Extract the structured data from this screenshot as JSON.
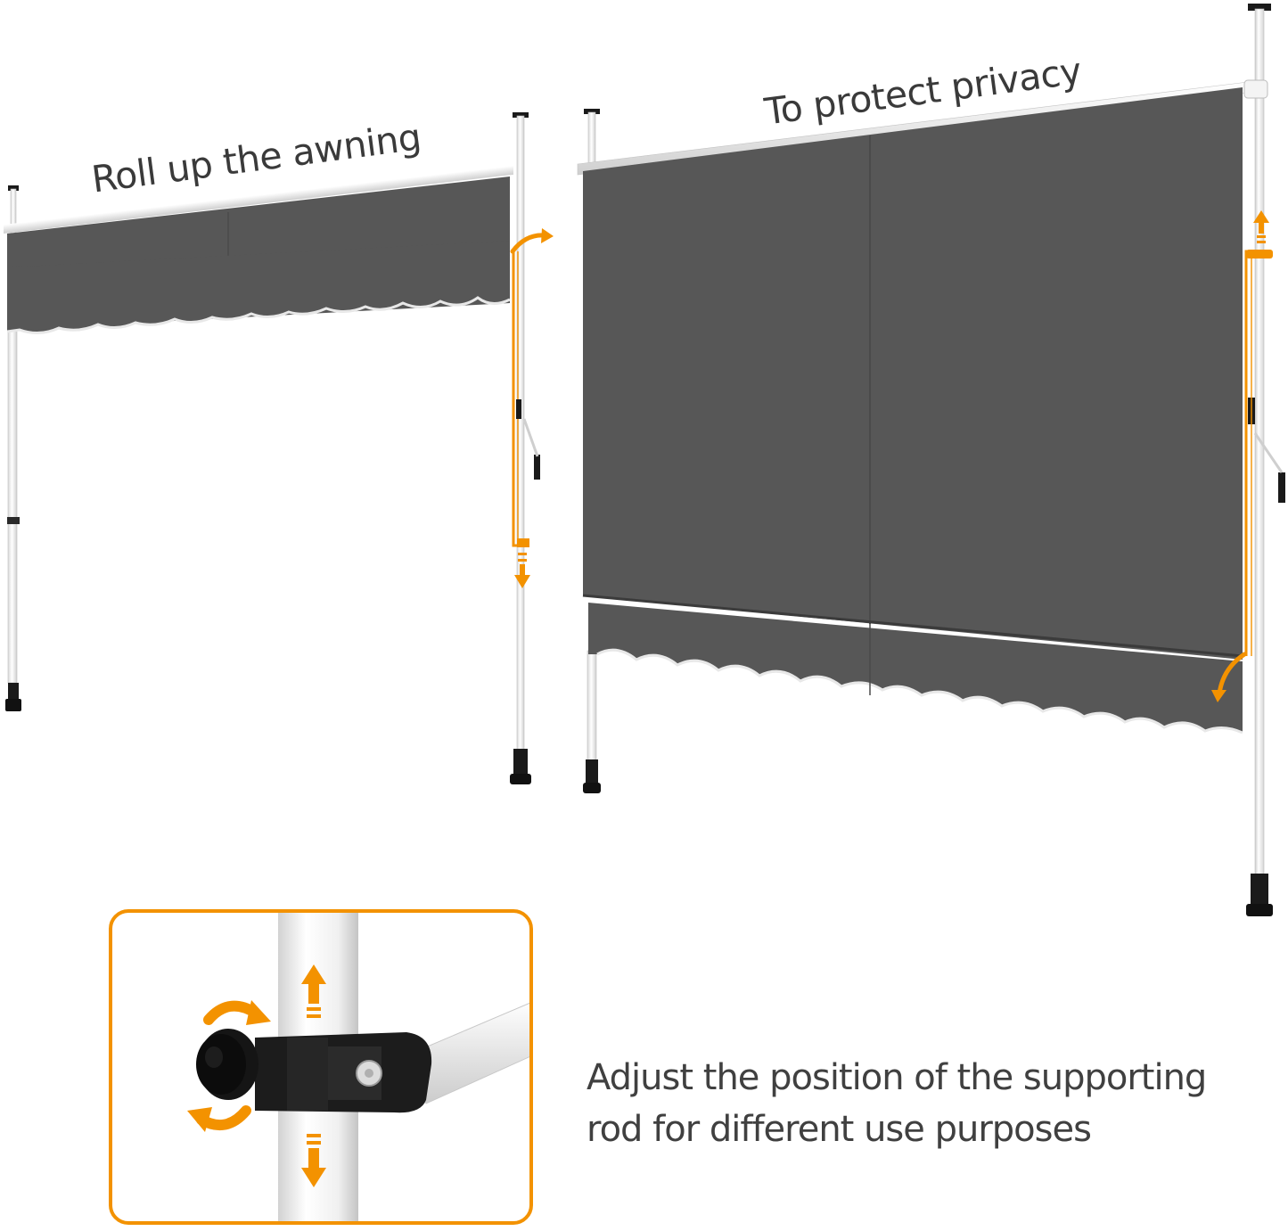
{
  "captions": {
    "roll_up": "Roll up the awning",
    "privacy": "To protect privacy",
    "adjust": "Adjust the position of the supporting rod for different use purposes"
  },
  "colors": {
    "fabric": "#575757",
    "fabric_dark": "#4c4c4c",
    "pole": "#f4f4f4",
    "accent": "#f39200",
    "hardware": "#1a1a1a"
  },
  "icons": {
    "rotate": "rotate-arrows-icon",
    "up": "arrow-up-icon",
    "down": "arrow-down-icon"
  }
}
